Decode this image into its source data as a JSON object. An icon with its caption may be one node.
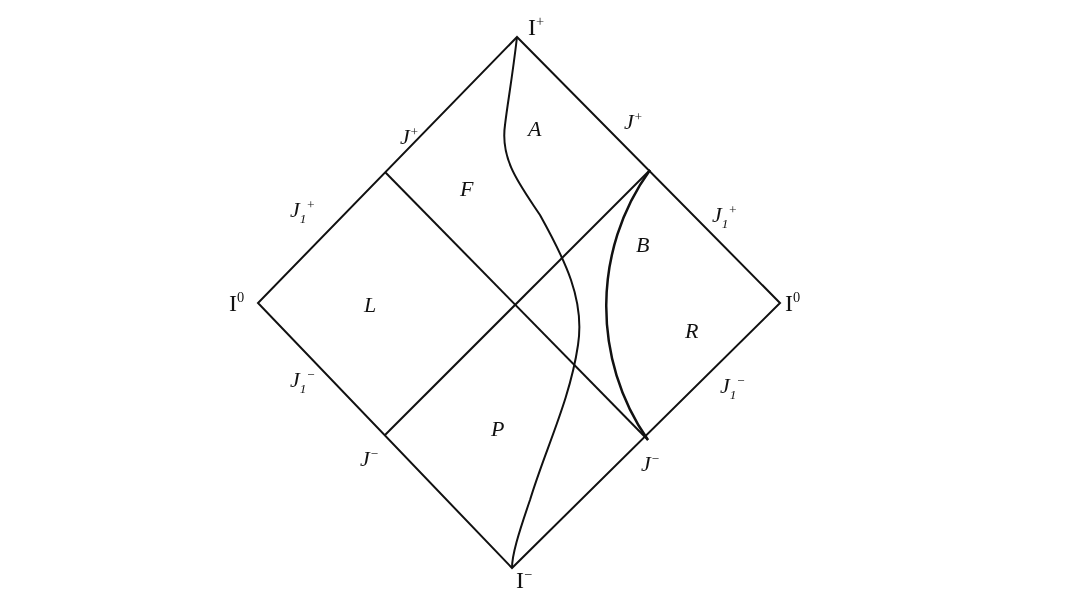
{
  "diagram": {
    "labels": [
      "I$^{+}$",
      "J$^{+}$",
      "A",
      "J$^{+}$",
      "F",
      "J$_{1}$$^{+}$",
      "J$_{1}$$^{+}$",
      "B",
      "I$^{0}$",
      "L",
      "I$^{0}$",
      "R",
      "J$_{1}$$^{−}$",
      "J$_{1}$$^{−}$",
      "P",
      "J$^{−}$",
      "J$^{−}$",
      "I$^{−}$"
    ]
  }
}
